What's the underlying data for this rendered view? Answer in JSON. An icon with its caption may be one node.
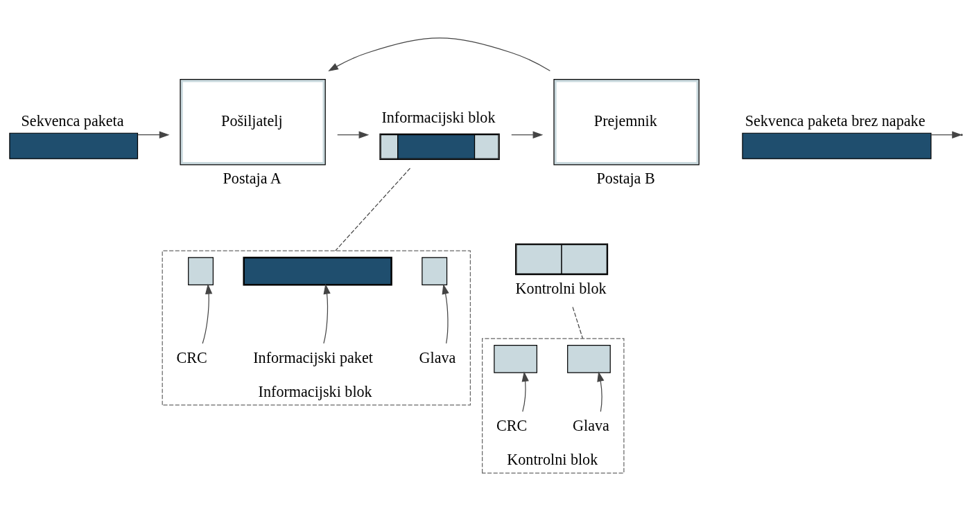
{
  "diagram": {
    "nodes": [
      {
        "text": [
          "Sekvenca paketa"
        ]
      },
      {
        "text": [
          "Pošiljatelj"
        ],
        "beside": [
          "Postaja A"
        ]
      },
      {
        "text": [
          "Informacijski blok"
        ]
      },
      {
        "text": [
          "Prejemnik"
        ],
        "beside": [
          "Postaja B"
        ]
      },
      {
        "text": [
          "Sekvenca paketa brez napake"
        ]
      },
      {
        "text": [
          "Kontrolni blok"
        ]
      },
      {
        "text": [
          "Informacijski blok"
        ]
      },
      {
        "text": [],
        "shape": "box",
        "in": 6
      },
      {
        "text": [],
        "shape": "bar",
        "in": 6
      },
      {
        "text": [],
        "shape": "box",
        "in": 6
      },
      {
        "text": [
          "CRC"
        ],
        "in": 6
      },
      {
        "text": [
          "Informacijski paket"
        ],
        "in": 6
      },
      {
        "text": [
          "Glava"
        ],
        "in": 6
      },
      {
        "text": [
          "Kontrolni blok"
        ]
      },
      {
        "text": [],
        "shape": "box",
        "in": 13
      },
      {
        "text": [],
        "shape": "box",
        "in": 13
      },
      {
        "text": [
          "CRC"
        ],
        "in": 13
      },
      {
        "text": [
          "Glava"
        ],
        "in": 13
      }
    ],
    "edges": [
      {
        "from": 0,
        "to": 1,
        "arrow": "to"
      },
      {
        "from": 1,
        "to": 2,
        "arrow": "to"
      },
      {
        "from": 2,
        "to": 3,
        "arrow": "to"
      },
      {
        "from": 3,
        "to": 1,
        "arrow": "to"
      },
      {
        "from": 4,
        "to": null,
        "arrow": "to"
      },
      {
        "from": 2,
        "to": 6,
        "arrow": "none",
        "style": "dashed"
      },
      {
        "from": 5,
        "to": 13,
        "arrow": "none",
        "style": "dashed"
      },
      {
        "from": 10,
        "to": 7,
        "arrow": "to"
      },
      {
        "from": 11,
        "to": 8,
        "arrow": "to"
      },
      {
        "from": 12,
        "to": 9,
        "arrow": "to"
      },
      {
        "from": 16,
        "to": 14,
        "arrow": "to"
      },
      {
        "from": 17,
        "to": 15,
        "arrow": "to"
      }
    ]
  }
}
